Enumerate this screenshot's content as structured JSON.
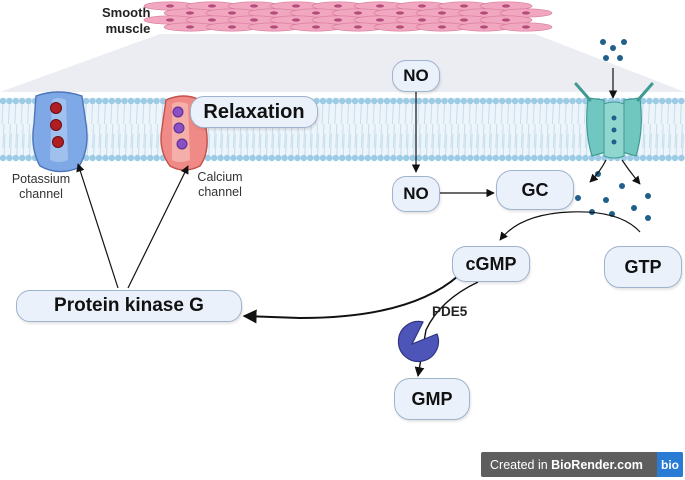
{
  "header": {
    "smooth_muscle_line1": "Smooth",
    "smooth_muscle_line2": "muscle"
  },
  "nodes": {
    "no_top": "NO",
    "no_bottom": "NO",
    "gc": "GC",
    "relaxation": "Relaxation",
    "cgmp": "cGMP",
    "gtp": "GTP",
    "protein_kinase_g": "Protein kinase G",
    "gmp": "GMP"
  },
  "labels": {
    "potassium_line1": "Potassium",
    "potassium_line2": "channel",
    "calcium_line1": "Calcium",
    "calcium_line2": "channel",
    "pde5": "PDE5"
  },
  "badge": {
    "prefix": "Created in ",
    "brand": "BioRender.com",
    "logo": "bio"
  },
  "colors": {
    "membrane_head": "#9ccbe6",
    "membrane_tail": "#c7dfee",
    "node_fill": "#eaf1fb",
    "node_border": "#9fb3cc",
    "potassium_channel": "#7fa8e6",
    "calcium_channel": "#f08a86",
    "ion_red": "#b01e23",
    "ion_purple": "#8a4fc4",
    "gc_channel": "#6fc7c0",
    "dots": "#1f5f8a",
    "pde5": "#4e55b8",
    "muscle": "#f1a7c0"
  }
}
